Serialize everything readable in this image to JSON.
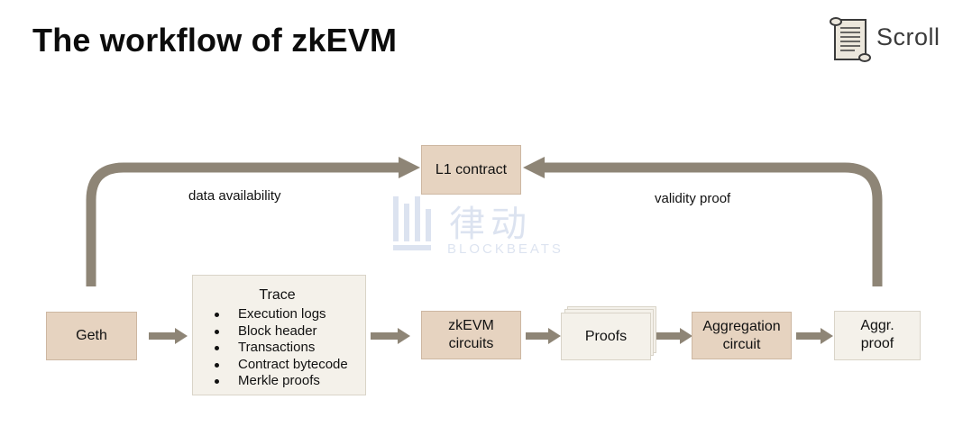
{
  "title": "The workflow of zkEVM",
  "logo": {
    "text": "Scroll",
    "icon": "scroll-icon"
  },
  "nodes": {
    "geth": "Geth",
    "l1_contract": "L1 contract",
    "trace": {
      "title": "Trace",
      "items": [
        "Execution logs",
        "Block header",
        "Transactions",
        "Contract bytecode",
        "Merkle proofs"
      ]
    },
    "zkevm_circuits": "zkEVM circuits",
    "proofs": "Proofs",
    "aggregation_circuit": "Aggregation circuit",
    "aggr_proof": "Aggr. proof"
  },
  "edge_labels": {
    "data_availability": "data availability",
    "validity_proof": "validity proof"
  },
  "watermark": {
    "cn": "律动",
    "en": "BLOCKBEATS"
  },
  "colors": {
    "box_fill": "#e6d3c0",
    "paper_fill": "#f4f1ea",
    "arrow": "#8e8576"
  }
}
